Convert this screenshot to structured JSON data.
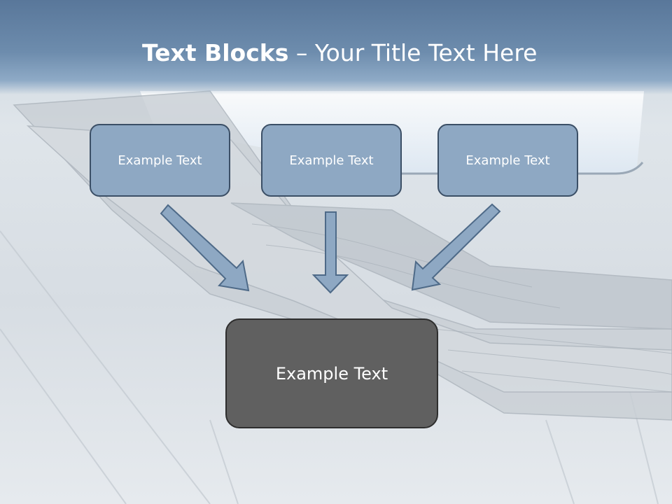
{
  "title": {
    "bold": "Text Blocks",
    "separator": " – ",
    "regular": "Your Title Text Here"
  },
  "boxes": [
    {
      "label": "Example Text"
    },
    {
      "label": "Example Text"
    },
    {
      "label": "Example Text"
    }
  ],
  "center_box": {
    "label": "Example Text"
  },
  "colors": {
    "title_band": "#6d8cad",
    "box_fill": "#8ea8c3",
    "box_border": "#3b4f66",
    "center_fill": "#606060",
    "arrow_fill": "#8ea8c3"
  }
}
